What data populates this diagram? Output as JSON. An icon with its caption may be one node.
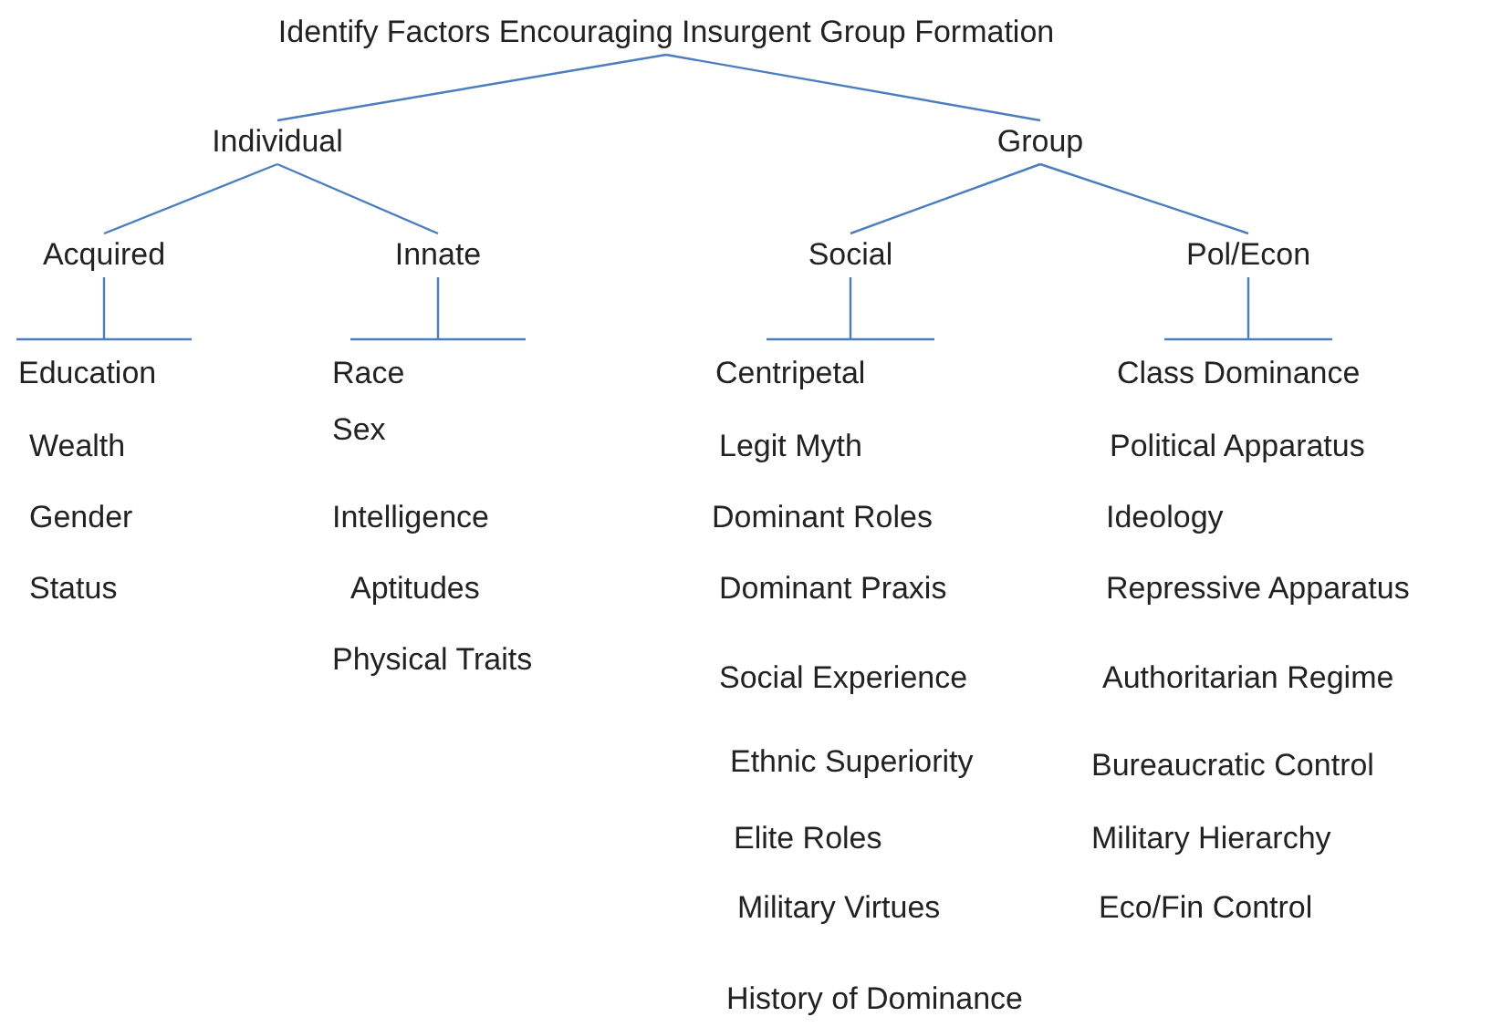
{
  "diagram": {
    "nodes": [
      {
        "text": [
          "Identify Factors Encouraging Insurgent Group Formation"
        ]
      },
      {
        "text": [
          "Individual"
        ]
      },
      {
        "text": [
          "Group"
        ]
      },
      {
        "text": [
          "Acquired"
        ]
      },
      {
        "text": [
          "Innate"
        ]
      },
      {
        "text": [
          "Social"
        ]
      },
      {
        "text": [
          "Pol/Econ"
        ]
      },
      {
        "text": [
          "Education",
          "Wealth",
          "Gender",
          "Status"
        ]
      },
      {
        "text": [
          "Race",
          "Sex",
          "Intelligence",
          "Aptitudes",
          "Physical Traits"
        ]
      },
      {
        "text": [
          "Centripetal",
          "Legit Myth",
          "Dominant Roles",
          "Dominant Praxis",
          "Social Experience",
          "Ethnic Superiority",
          "Elite Roles",
          "Military Virtues",
          "History of Dominance"
        ]
      },
      {
        "text": [
          "Class Dominance",
          "Political Apparatus",
          "Ideology",
          "Repressive Apparatus",
          "Authoritarian Regime",
          "Bureaucratic Control",
          "Military Hierarchy",
          "Eco/Fin Control"
        ]
      }
    ],
    "edges": [
      {
        "from": 0,
        "to": 1,
        "arrow": "none"
      },
      {
        "from": 0,
        "to": 2,
        "arrow": "none"
      },
      {
        "from": 1,
        "to": 3,
        "arrow": "none"
      },
      {
        "from": 1,
        "to": 4,
        "arrow": "none"
      },
      {
        "from": 2,
        "to": 5,
        "arrow": "none"
      },
      {
        "from": 2,
        "to": 6,
        "arrow": "none"
      },
      {
        "from": 3,
        "to": 7,
        "arrow": "other"
      },
      {
        "from": 4,
        "to": 8,
        "arrow": "other"
      },
      {
        "from": 5,
        "to": 9,
        "arrow": "other"
      },
      {
        "from": 6,
        "to": 10,
        "arrow": "other"
      }
    ]
  }
}
